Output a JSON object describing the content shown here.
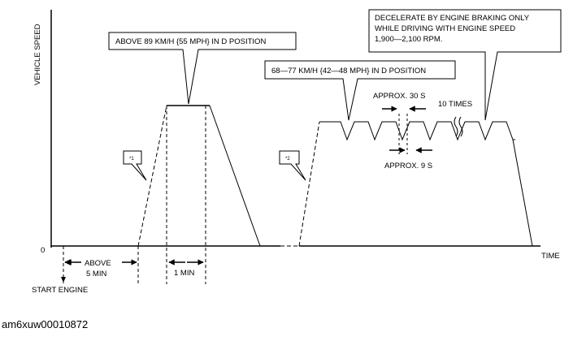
{
  "axes": {
    "y_label": "VEHICLE SPEED",
    "x_label": "TIME",
    "origin_label": "0"
  },
  "callouts": {
    "stage1": "ABOVE 89 KM/H {55 MPH} IN D POSITION",
    "stage2": "68—77 KM/H {42—48 MPH} IN D POSITION",
    "decel_line1": "DECELERATE BY ENGINE BRAKING ONLY",
    "decel_line2": "WHILE DRIVING WITH ENGINE SPEED",
    "decel_line3": "1,900—2,100 RPM.",
    "note1": "*1",
    "note2": "*2"
  },
  "annotations": {
    "approx_30": "APPROX. 30 S",
    "approx_9": "APPROX. 9 S",
    "ten_times": "10 TIMES",
    "above_5min_line1": "ABOVE",
    "above_5min_line2": "5 MIN",
    "one_min": "1 MIN",
    "start_engine": "START ENGINE"
  },
  "caption": "am6xuw00010872"
}
